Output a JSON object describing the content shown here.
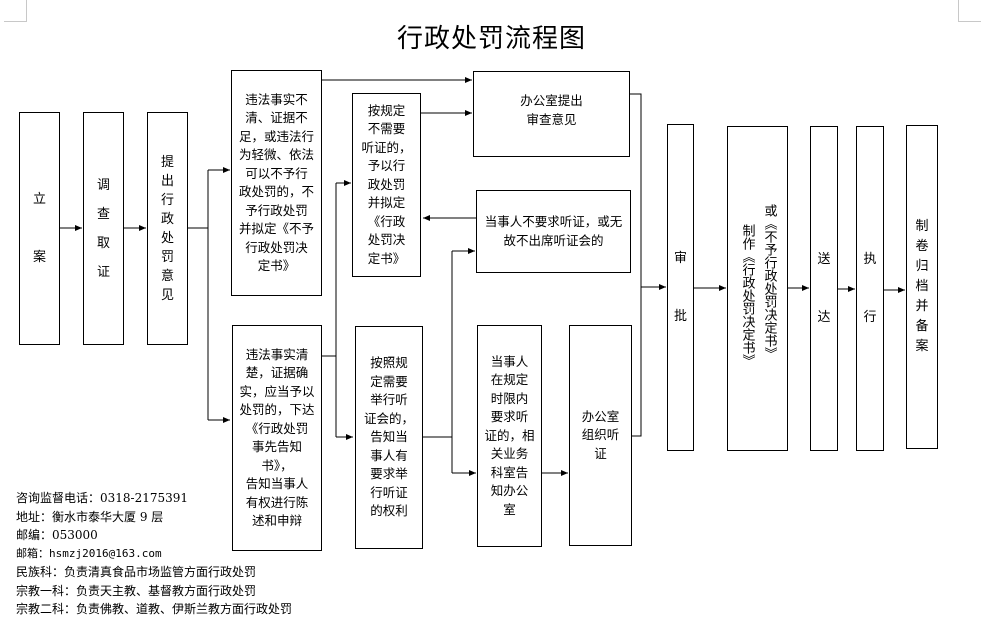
{
  "title": "行政处罚流程图",
  "boxes": {
    "li_an": "立\n\n案",
    "diaocha": "调\n查\n取\n证",
    "tichu": "提\n出\n行\n政\n处\n罚\n意\n见",
    "weifa_buqing": "违法事实不\n清、证据不\n足，或违法行\n为轻微、依法\n可以不予行\n政处罚的，不\n予行政处罚\n并拟定《不予\n行政处罚决\n定书》",
    "weifa_qingchu": "违法事实清\n楚，证据确\n实，应当予以\n处罚的，下达\n《行政处罚\n事先告知书》，\n告知当事人\n有权进行陈\n述和申辩",
    "buxuyao_tingzheng": "按规定\n不需要\n听证的，\n予以行\n政处罚\n并拟定\n《行政\n处罚决\n定书》",
    "xuyao_tingzheng": "按照规\n定需要\n举行听\n证会的，\n告知当\n事人有\n要求举\n行听证\n的权利",
    "bangongshi_tichu": "办公室提出\n审查意见",
    "bu_yaoqiu": "当事人不要求听证，或无\n故不出席听证会的",
    "yaoqiu_tingzheng": "当事人\n在规定\n时限内\n要求听\n证的，相\n关业务\n科室告\n知办公\n室",
    "zuzhi_tingzheng": "办公室\n组织听\n证",
    "shenpi": "审\n\n批",
    "zhizuo_col1": "制作《行政处罚决定书》",
    "zhizuo_col2": "或《不予行政处罚决定书》",
    "songda": "送\n\n达",
    "zhixing": "执\n\n行",
    "guidang": "制\n卷\n归\n档\n并\n备\n案"
  },
  "contact": {
    "phone": "咨询监督电话：0318-2175391",
    "address": "地址：衡水市泰华大厦 9 层",
    "postcode": "邮编：053000",
    "email": "邮箱：hsmzj2016@163.com",
    "minzu": "民族科：负责清真食品市场监管方面行政处罚",
    "zongjiao1": "宗教一科：负责天主教、基督教方面行政处罚",
    "zongjiao2": "宗教二科：负责佛教、道教、伊斯兰教方面行政处罚"
  }
}
